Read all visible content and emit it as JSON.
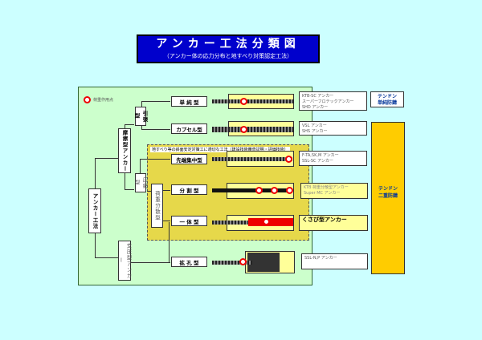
{
  "title": "アンカー工法分類図",
  "subtitle": "（アンカー体の応力分布と地すべり対策認定工法）",
  "legend": "荷重作用点",
  "tree": {
    "root": "アンカー工法",
    "friction": "摩擦型アンカー",
    "bearing": "支圧型アンカー",
    "tension": "引張型",
    "compression": "圧縮型",
    "distributed": "荷重分散型"
  },
  "types": {
    "simple": "単 純 型",
    "capsule": "カプセル型",
    "tip": "先端集中型",
    "split": "分 割 型",
    "integral": "一 体 型",
    "expanded": "拡 孔 型"
  },
  "zone_caption": "地すべり等の斜面安定対策工に適切な工法（建設技術審査証明・評価技術）",
  "products": [
    [
      "KTB-SC アンカー",
      "スーパーフロテックアンカー",
      "SHD アンカー"
    ],
    [
      "VSL アンカー",
      "SHS アンカー"
    ],
    [
      "F-TA,SK,M アンカー",
      "SSL-SC アンカー"
    ],
    [
      "KTB 荷重分散型アンカー",
      "Super MC アンカー"
    ],
    [
      "くさび型アンカー"
    ],
    [
      "SSL-N,P アンカー"
    ]
  ],
  "tendon": {
    "single": [
      "テンドン",
      "単純防錆"
    ],
    "double": [
      "テンドン",
      "二重防錆"
    ]
  }
}
